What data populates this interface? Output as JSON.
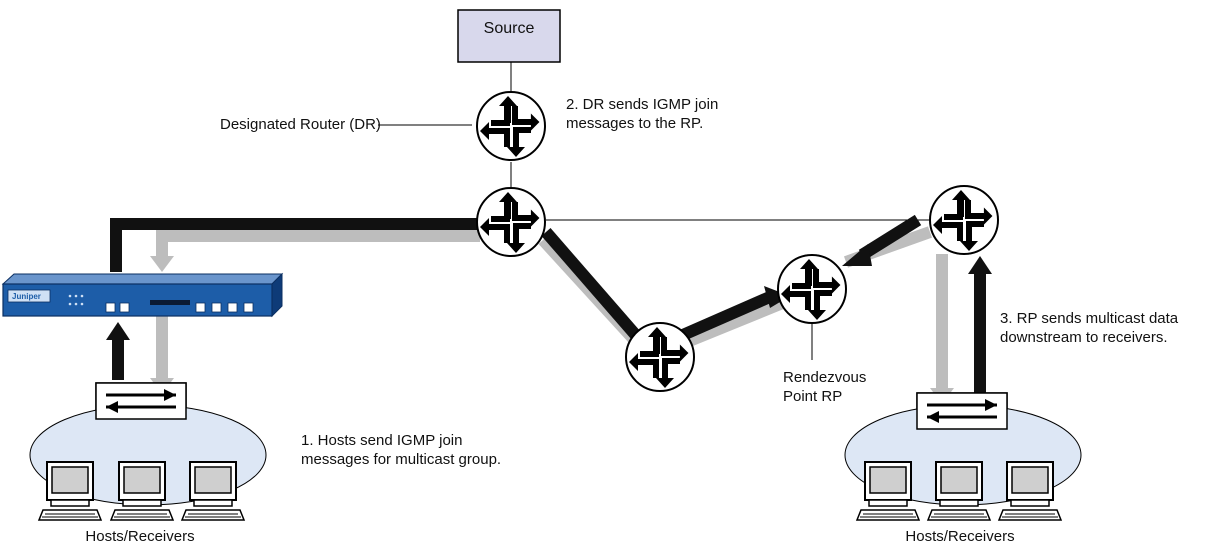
{
  "source": {
    "label": "Source"
  },
  "dr": {
    "label": "Designated Router (DR)"
  },
  "rp": {
    "line1": "Rendezvous",
    "line2": "Point RP"
  },
  "steps": {
    "s1": {
      "line1": "1. Hosts send IGMP join",
      "line2": "messages for multicast group."
    },
    "s2": {
      "line1": "2. DR sends IGMP join",
      "line2": "messages to the RP."
    },
    "s3": {
      "line1": "3. RP sends multicast data",
      "line2": "downstream to receivers."
    }
  },
  "hosts": {
    "left": "Hosts/Receivers",
    "right": "Hosts/Receivers"
  },
  "device": {
    "brand": "Juniper"
  },
  "colors": {
    "source_fill": "#d8d8ec",
    "cloud_fill": "#dde7f5",
    "device_blue": "#1d5da8",
    "join_path": "#111111",
    "data_path": "#bdbdbd"
  },
  "icons": [
    "router-icon",
    "switch-icon",
    "computer-icon",
    "security-device-icon"
  ]
}
